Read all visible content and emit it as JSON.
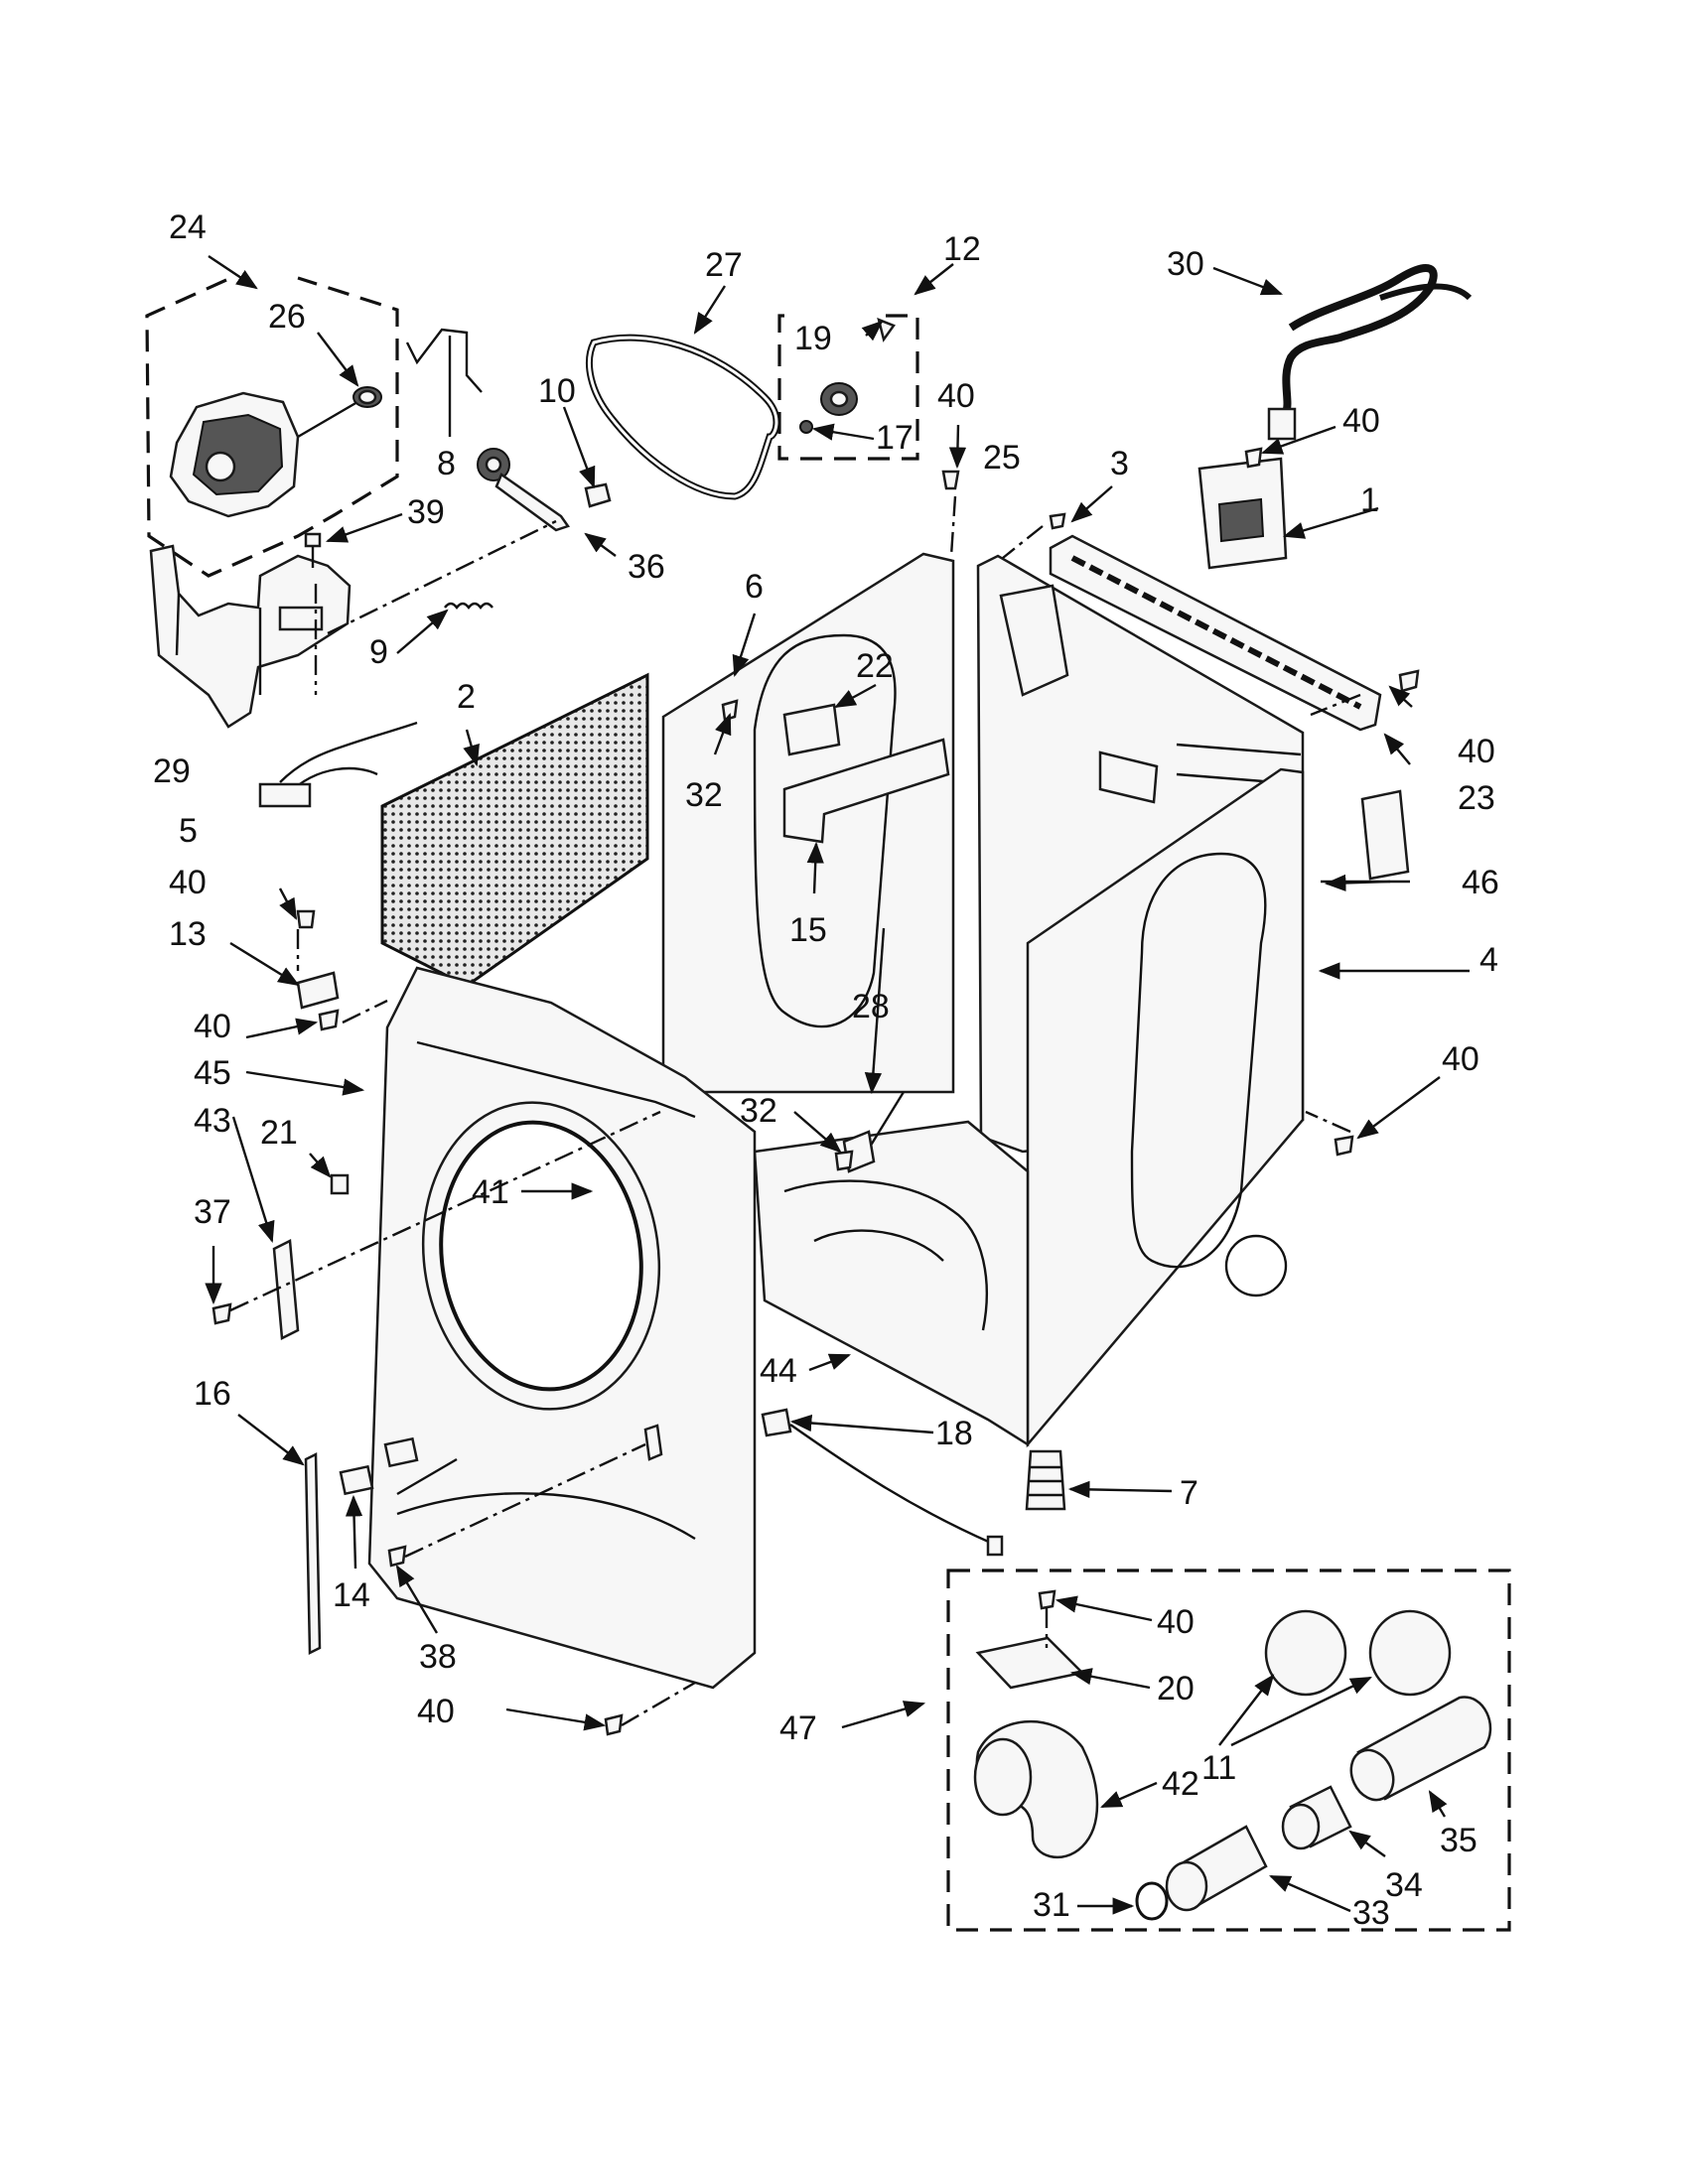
{
  "callouts": [
    {
      "id": "c24",
      "text": "24"
    },
    {
      "id": "c26",
      "text": "26"
    },
    {
      "id": "c27",
      "text": "27"
    },
    {
      "id": "c12",
      "text": "12"
    },
    {
      "id": "c30",
      "text": "30"
    },
    {
      "id": "c19",
      "text": "19"
    },
    {
      "id": "c17",
      "text": "17"
    },
    {
      "id": "c40a",
      "text": "40"
    },
    {
      "id": "c40b",
      "text": "40"
    },
    {
      "id": "c10",
      "text": "10"
    },
    {
      "id": "c8",
      "text": "8"
    },
    {
      "id": "c39",
      "text": "39"
    },
    {
      "id": "c36",
      "text": "36"
    },
    {
      "id": "c25",
      "text": "25"
    },
    {
      "id": "c3",
      "text": "3"
    },
    {
      "id": "c1",
      "text": "1"
    },
    {
      "id": "c6",
      "text": "6"
    },
    {
      "id": "c22",
      "text": "22"
    },
    {
      "id": "c9",
      "text": "9"
    },
    {
      "id": "c29",
      "text": "29"
    },
    {
      "id": "c2",
      "text": "2"
    },
    {
      "id": "c32a",
      "text": "32"
    },
    {
      "id": "c40c",
      "text": "40"
    },
    {
      "id": "c23",
      "text": "23"
    },
    {
      "id": "c5",
      "text": "5"
    },
    {
      "id": "c15",
      "text": "15"
    },
    {
      "id": "c46",
      "text": "46"
    },
    {
      "id": "c40d",
      "text": "40"
    },
    {
      "id": "c13",
      "text": "13"
    },
    {
      "id": "c4",
      "text": "4"
    },
    {
      "id": "c40e",
      "text": "40"
    },
    {
      "id": "c45",
      "text": "45"
    },
    {
      "id": "c28",
      "text": "28"
    },
    {
      "id": "c40f",
      "text": "40"
    },
    {
      "id": "c43",
      "text": "43"
    },
    {
      "id": "c21",
      "text": "21"
    },
    {
      "id": "c32b",
      "text": "32"
    },
    {
      "id": "c41",
      "text": "41"
    },
    {
      "id": "c37",
      "text": "37"
    },
    {
      "id": "c44",
      "text": "44"
    },
    {
      "id": "c16",
      "text": "16"
    },
    {
      "id": "c18",
      "text": "18"
    },
    {
      "id": "c7",
      "text": "7"
    },
    {
      "id": "c14",
      "text": "14"
    },
    {
      "id": "c38",
      "text": "38"
    },
    {
      "id": "c40g",
      "text": "40"
    },
    {
      "id": "c40h",
      "text": "40"
    },
    {
      "id": "c20",
      "text": "20"
    },
    {
      "id": "c47",
      "text": "47"
    },
    {
      "id": "c11",
      "text": "11"
    },
    {
      "id": "c42",
      "text": "42"
    },
    {
      "id": "c35",
      "text": "35"
    },
    {
      "id": "c34",
      "text": "34"
    },
    {
      "id": "c31",
      "text": "31"
    },
    {
      "id": "c33",
      "text": "33"
    }
  ]
}
